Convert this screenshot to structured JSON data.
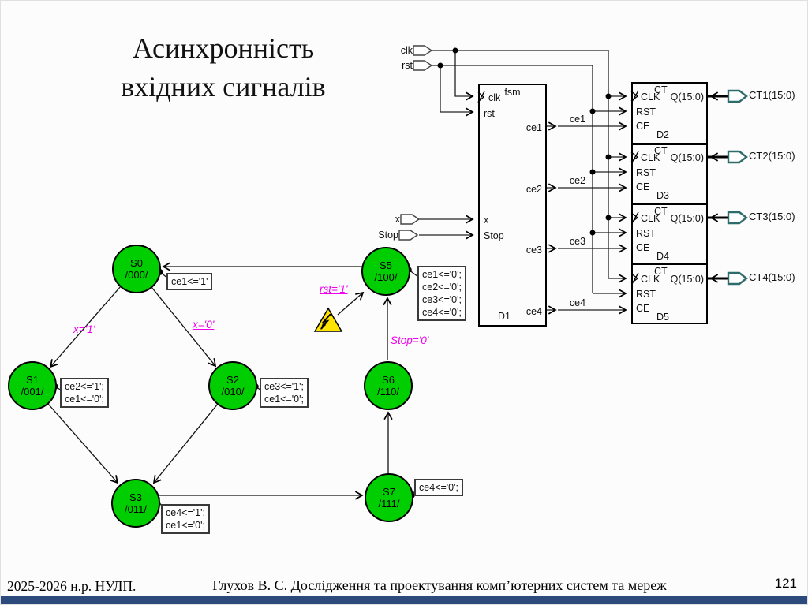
{
  "colors": {
    "state_green": "#00CE00",
    "label_magenta": "#EE00EE",
    "warning_yellow": "#FFE400",
    "port_teal": "#2E6B6B",
    "footer_bar": "#2C4A7C"
  },
  "slide": {
    "title_line1": "Асинхронність",
    "title_line2": "вхідних сигналів",
    "footer_left": "2025-2026 н.р. НУЛП.",
    "footer_center": "Глухов В. С. Дослідження та проектування комп’ютерних систем та мереж",
    "page_number": "121"
  },
  "schematic": {
    "inputs": {
      "clk": "clk",
      "rst": "rst",
      "x": "x",
      "stop": "Stop"
    },
    "fsm": {
      "type": "fsm",
      "instance": "D1",
      "pin_clk": "clk",
      "pin_rst": "rst",
      "pin_x": "x",
      "pin_stop": "Stop",
      "out_ce1": "ce1",
      "out_ce2": "ce2",
      "out_ce3": "ce3",
      "out_ce4": "ce4"
    },
    "bus_labels": {
      "ce1": "ce1",
      "ce2": "ce2",
      "ce3": "ce3",
      "ce4": "ce4"
    },
    "counters": [
      {
        "type": "CT",
        "clk": "CLK",
        "rst": "RST",
        "ce": "CE",
        "q": "Q(15:0)",
        "instance": "D2",
        "port": "CT1(15:0)"
      },
      {
        "type": "CT",
        "clk": "CLK",
        "rst": "RST",
        "ce": "CE",
        "q": "Q(15:0)",
        "instance": "D3",
        "port": "CT2(15:0)"
      },
      {
        "type": "CT",
        "clk": "CLK",
        "rst": "RST",
        "ce": "CE",
        "q": "Q(15:0)",
        "instance": "D4",
        "port": "CT3(15:0)"
      },
      {
        "type": "CT",
        "clk": "CLK",
        "rst": "RST",
        "ce": "CE",
        "q": "Q(15:0)",
        "instance": "D5",
        "port": "CT4(15:0)"
      }
    ]
  },
  "state_machine": {
    "states": [
      {
        "name": "S0",
        "code": "/000/",
        "actions": "ce1<='1'"
      },
      {
        "name": "S1",
        "code": "/001/",
        "actions": "ce2<='1';\nce1<='0';"
      },
      {
        "name": "S2",
        "code": "/010/",
        "actions": "ce3<='1';\nce1<='0';"
      },
      {
        "name": "S3",
        "code": "/011/",
        "actions": "ce4<='1';\nce1<='0';"
      },
      {
        "name": "S5",
        "code": "/100/",
        "actions": "ce1<='0';\nce2<='0';\nce3<='0';\nce4<='0';"
      },
      {
        "name": "S6",
        "code": "/110/"
      },
      {
        "name": "S7",
        "code": "/111/",
        "actions": "ce4<='0';"
      }
    ],
    "labels": {
      "x1": "x='1'",
      "x0": "x='0'",
      "rst": "rst='1'",
      "stop": "Stop='0'"
    }
  }
}
